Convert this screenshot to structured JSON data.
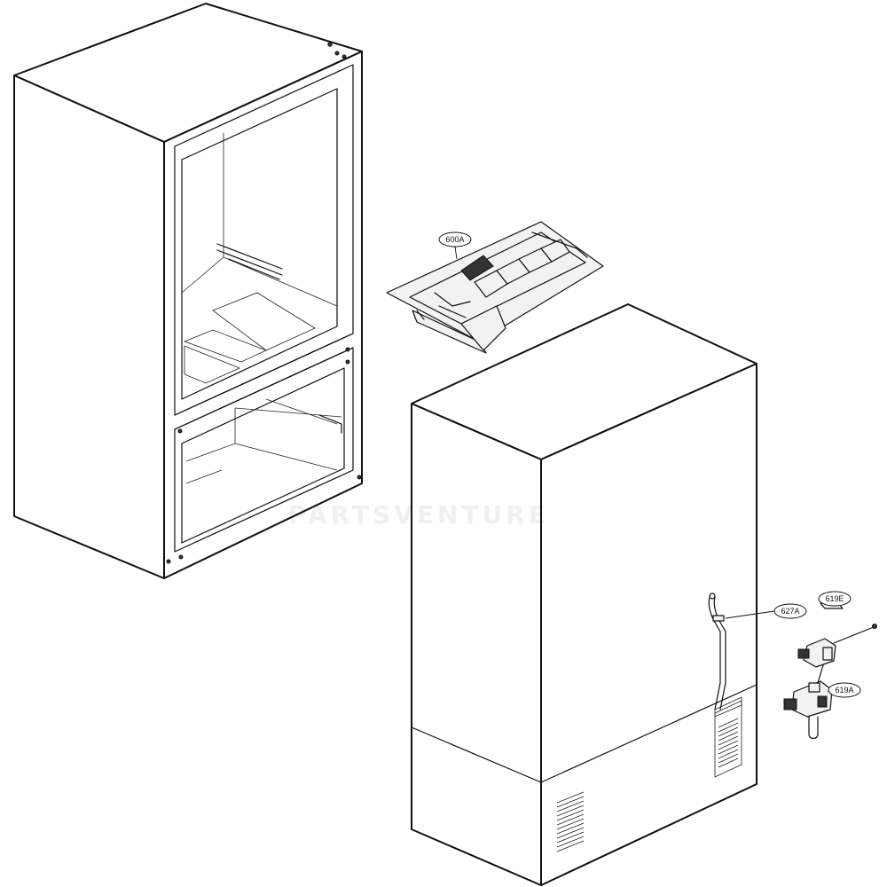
{
  "callouts": {
    "c600A": "600A",
    "c619E": "619E",
    "c627A": "627A",
    "c619A": "619A"
  },
  "watermark": "PARTSVENTURE"
}
